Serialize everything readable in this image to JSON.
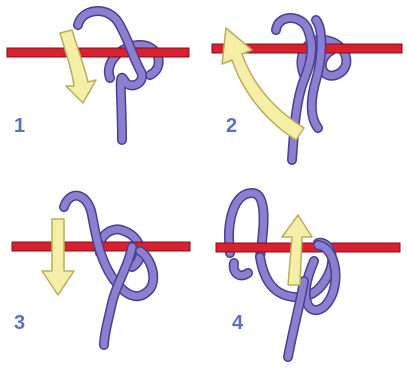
{
  "colors": {
    "rope": "#8b7fd0",
    "rope_outline": "#4a3f8f",
    "bar": "#d8202e",
    "bar_outline": "#7e1018",
    "arrow_fill": "#f5eea6",
    "arrow_outline": "#b9ad5d",
    "step_number": "#5d6ec8"
  },
  "steps": [
    {
      "number": "1",
      "arrow": "down-curved-arrow"
    },
    {
      "number": "2",
      "arrow": "up-left-curved-arrow"
    },
    {
      "number": "3",
      "arrow": "down-arrow"
    },
    {
      "number": "4",
      "arrow": "up-arrow"
    }
  ]
}
